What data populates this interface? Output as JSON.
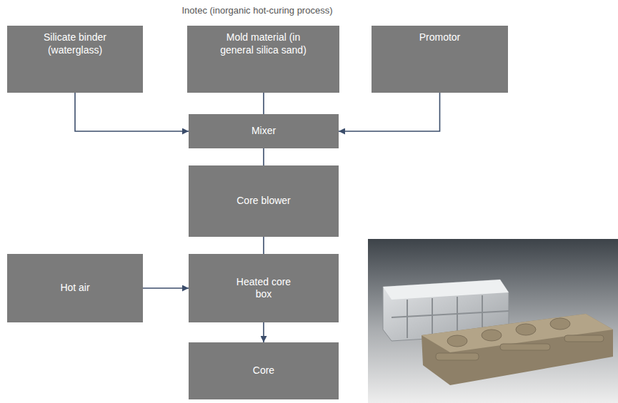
{
  "diagram": {
    "title": "Inotec (inorganic hot-curing process)",
    "nodes": [
      {
        "text": [
          "Silicate binder (waterglass)"
        ]
      },
      {
        "text": [
          "Mold material (in general silica sand)"
        ]
      },
      {
        "text": [
          "Promotor"
        ]
      },
      {
        "text": [
          "Mixer"
        ]
      },
      {
        "text": [
          "Core blower"
        ]
      },
      {
        "text": [
          "Hot air"
        ]
      },
      {
        "text": [
          "Heated core box"
        ]
      },
      {
        "text": [
          "Core"
        ]
      }
    ],
    "edges": [
      {
        "from": 0,
        "to": 3,
        "arrow": "to"
      },
      {
        "from": 1,
        "to": 3,
        "arrow": "none"
      },
      {
        "from": 2,
        "to": 3,
        "arrow": "to"
      },
      {
        "from": 3,
        "to": 4,
        "arrow": "none"
      },
      {
        "from": 4,
        "to": 6,
        "arrow": "none"
      },
      {
        "from": 5,
        "to": 6,
        "arrow": "to"
      },
      {
        "from": 6,
        "to": 7,
        "arrow": "to"
      }
    ]
  }
}
